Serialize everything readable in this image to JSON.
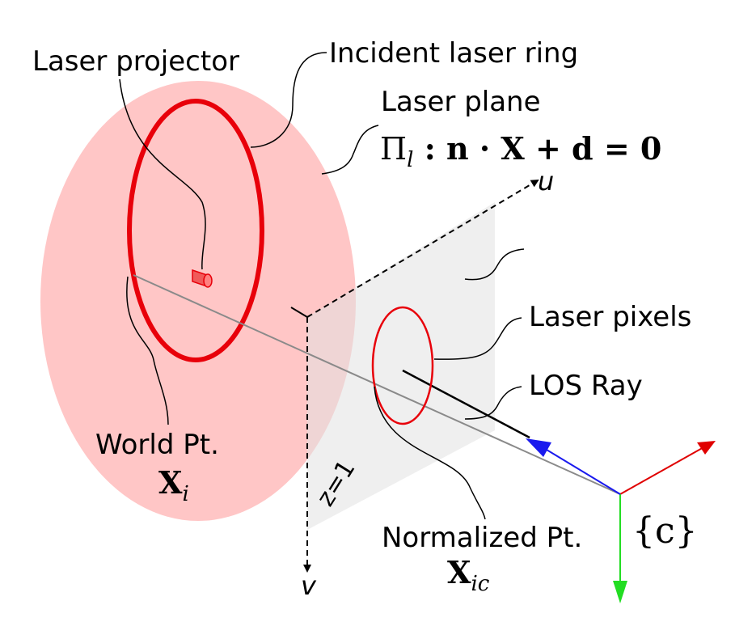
{
  "labels": {
    "laser_projector": "Laser projector",
    "incident_ring": "Incident laser ring",
    "laser_plane": "Laser plane",
    "plane_eq": {
      "pi": "Π",
      "pi_sub": "l",
      "rest": " : n · X + d = 0"
    },
    "u_axis": "u",
    "v_axis": "v",
    "z_plane": "z=1",
    "laser_pixels": "Laser pixels",
    "los_ray": "LOS Ray",
    "world_pt": "World Pt.",
    "world_sym": {
      "base": "X",
      "sub": "i"
    },
    "normalized_pt": "Normalized Pt.",
    "normalized_sym": {
      "base": "X",
      "sub": "ic"
    },
    "camera_frame": "{c}"
  },
  "colors": {
    "plane_fill": "#ffb3b3",
    "laser_red": "#e8000a",
    "image_plane": "#e4e4e4",
    "axis_x": "#e00000",
    "axis_y": "#22dd22",
    "axis_z": "#1a1aee"
  }
}
